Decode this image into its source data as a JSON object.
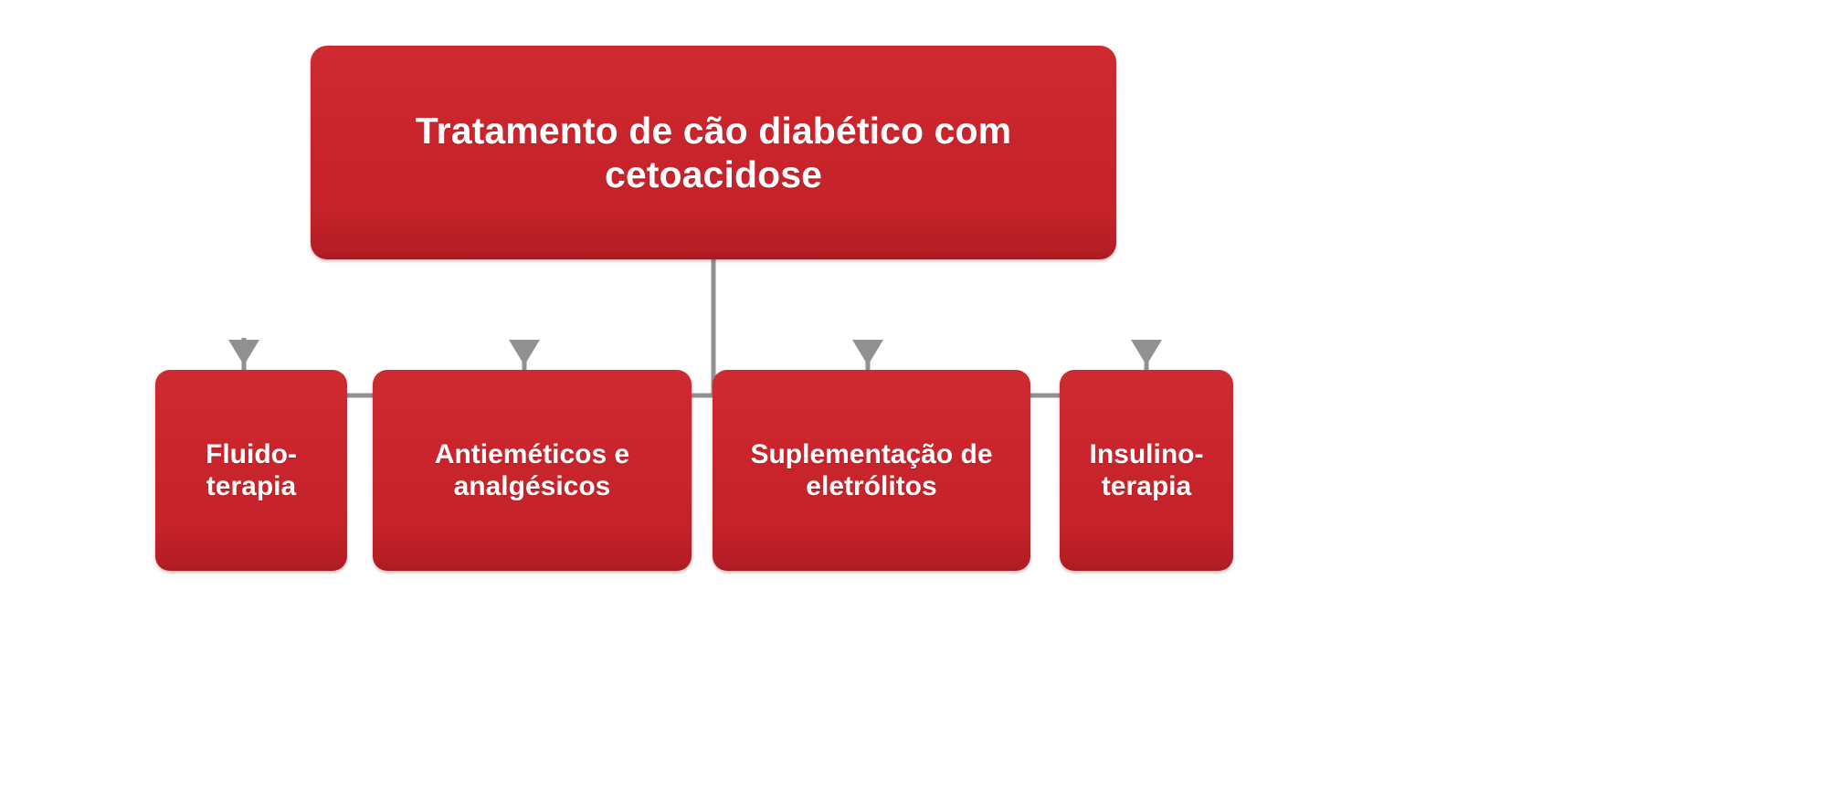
{
  "diagram": {
    "title": "Tratamento de cão diabético com cetoacidose",
    "type": "hierarchy-flowchart",
    "background_color": "#ffffff",
    "node_color": "#c9242b",
    "node_text_color": "#ffffff",
    "connector_color": "#919191",
    "root": {
      "label": "Tratamento de cão diabético com\ncetoacidose"
    },
    "children": [
      {
        "label": "Fluido-\nterapia"
      },
      {
        "label": "Antieméticos e\nanalgésicos"
      },
      {
        "label": "Suplementação de\neletrólitos"
      },
      {
        "label": "Insulino-\nterapia"
      }
    ],
    "connectors": {
      "stem_label": "root-to-bus-stem",
      "bus_label": "horizontal-distribution-bus",
      "arrow_labels": [
        "arrow-to-fluidoterapia",
        "arrow-to-antiemeticos",
        "arrow-to-suplementacao",
        "arrow-to-insulinoterapia"
      ]
    }
  }
}
